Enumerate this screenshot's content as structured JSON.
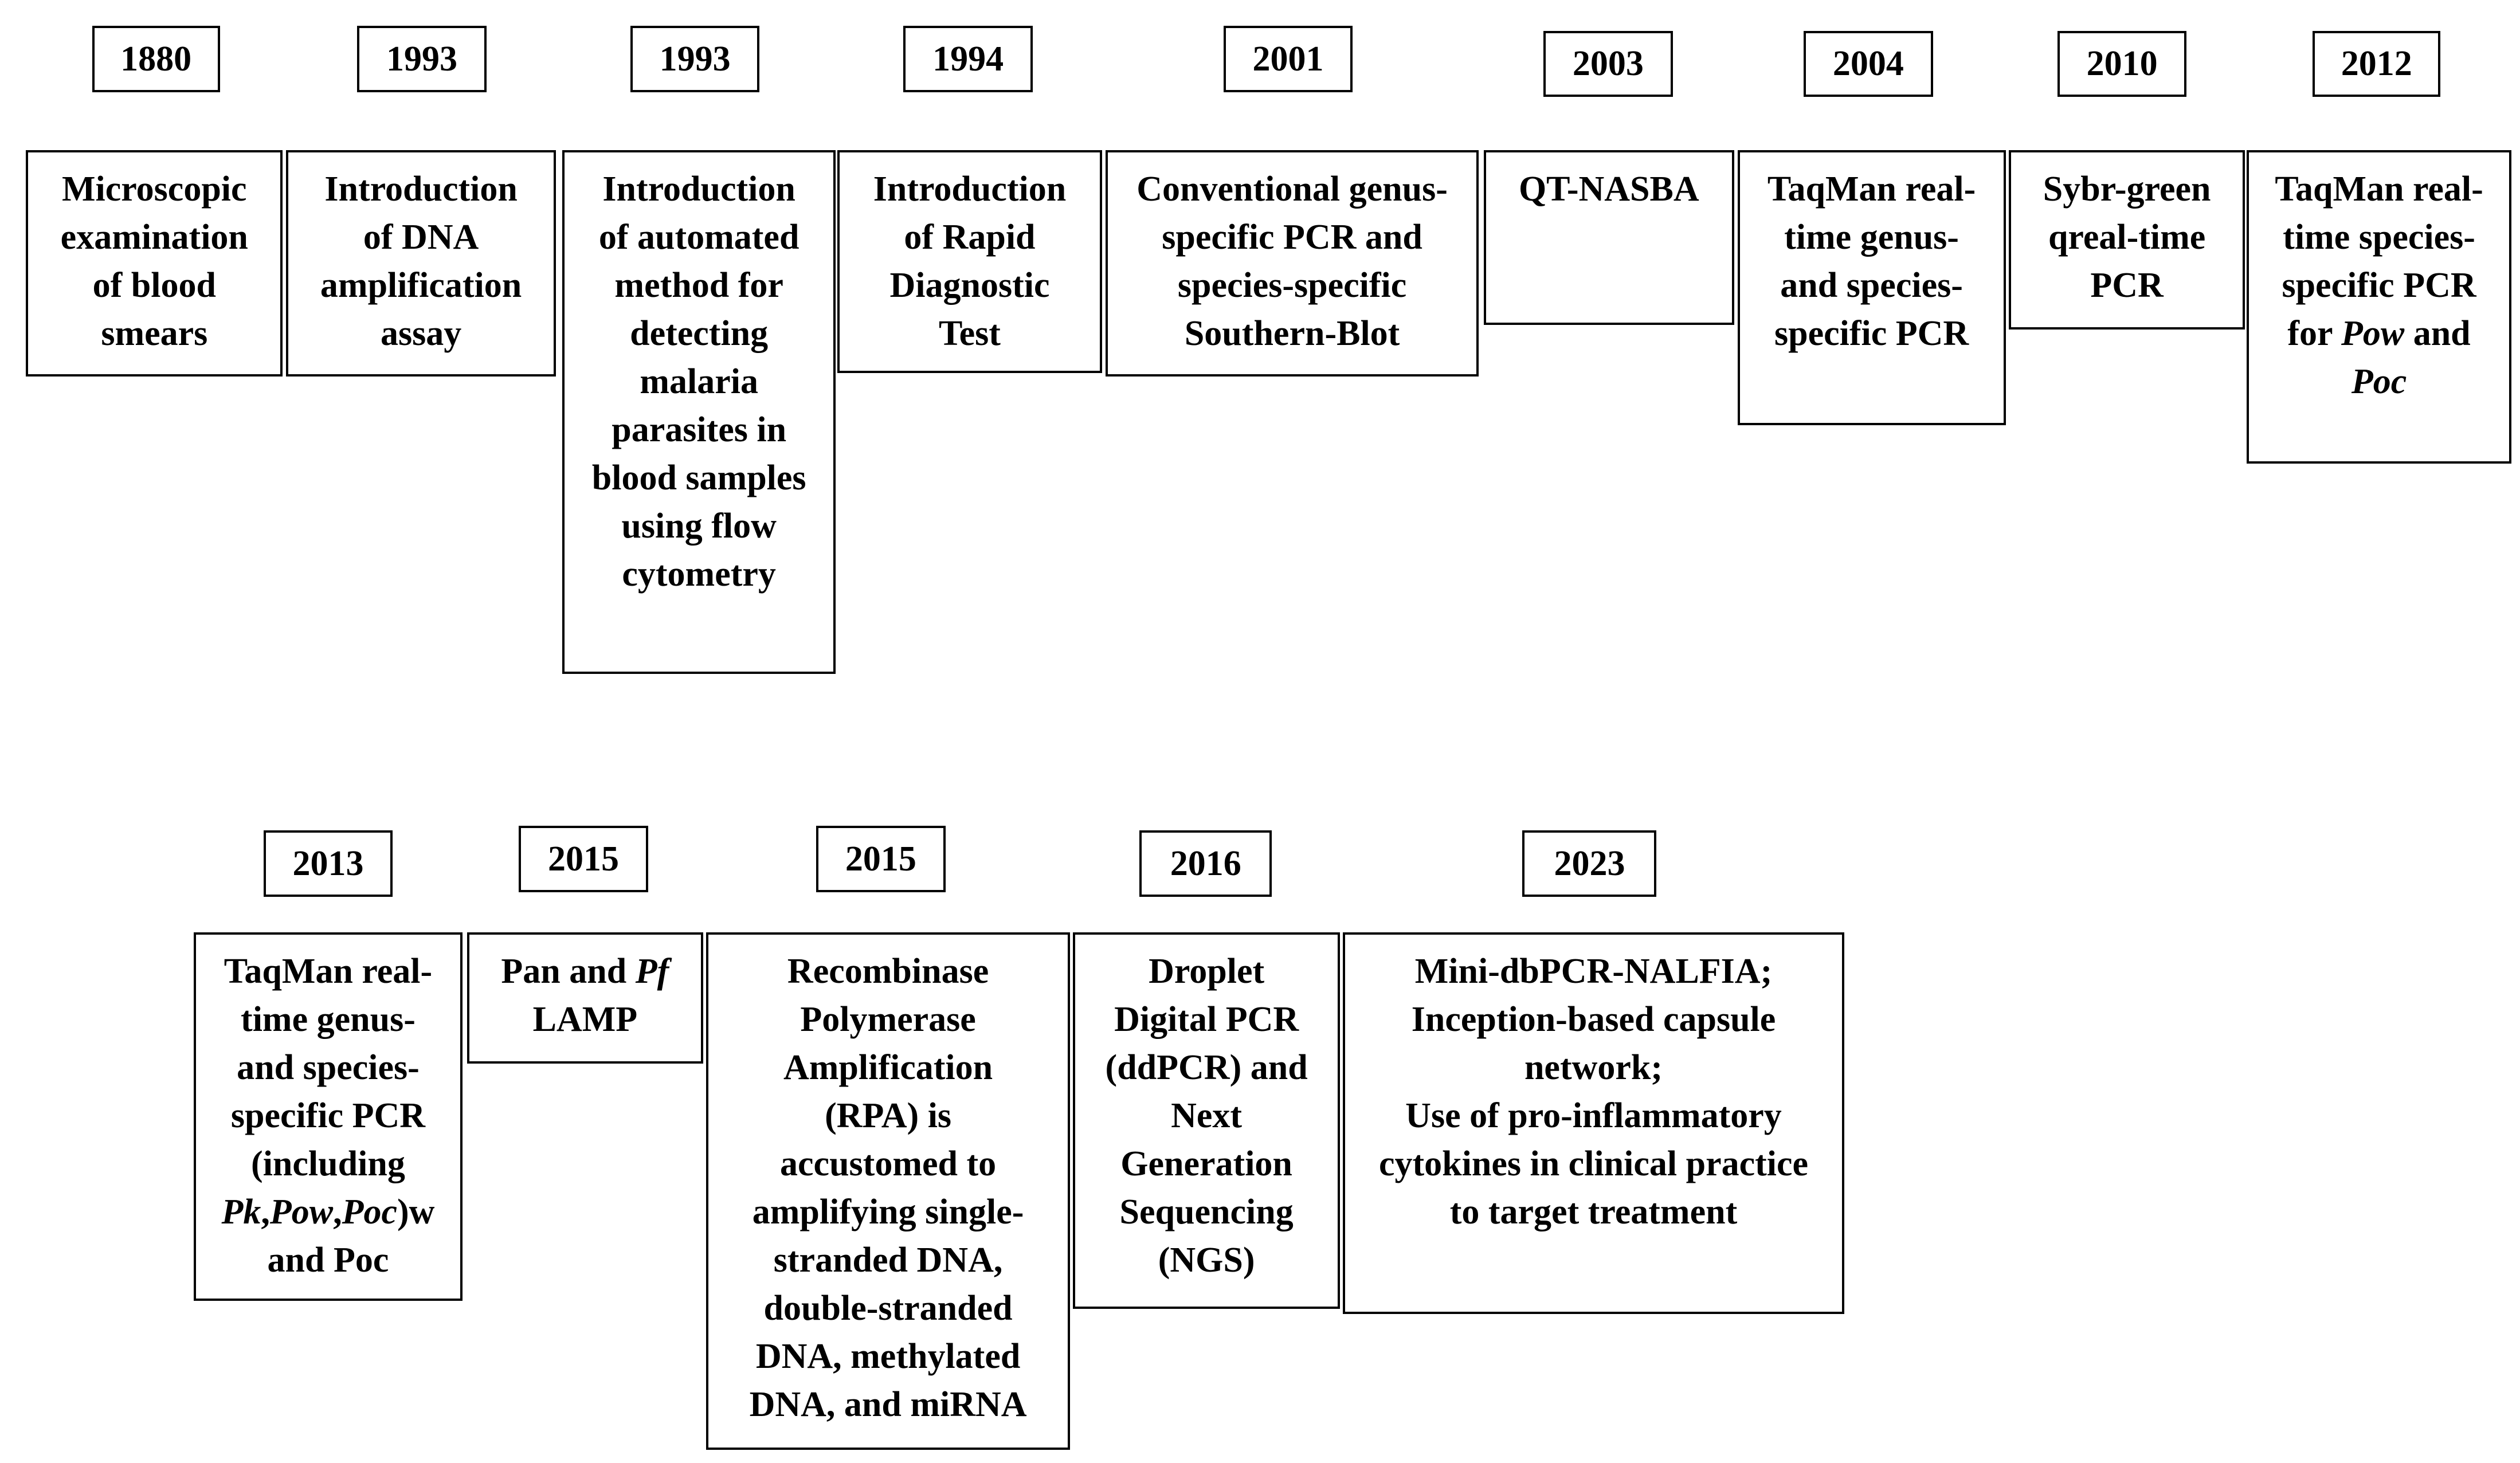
{
  "timeline": [
    {
      "year": "1880",
      "lines": [
        [
          {
            "t": "Microscopic"
          }
        ],
        [
          {
            "t": "examination"
          }
        ],
        [
          {
            "t": "of blood"
          }
        ],
        [
          {
            "t": "smears"
          }
        ]
      ]
    },
    {
      "year": "1993",
      "lines": [
        [
          {
            "t": "Introduction"
          }
        ],
        [
          {
            "t": "of DNA"
          }
        ],
        [
          {
            "t": "amplification"
          }
        ],
        [
          {
            "t": "assay"
          }
        ]
      ]
    },
    {
      "year": "1993",
      "lines": [
        [
          {
            "t": "Introduction"
          }
        ],
        [
          {
            "t": "of automated"
          }
        ],
        [
          {
            "t": "method for"
          }
        ],
        [
          {
            "t": "detecting"
          }
        ],
        [
          {
            "t": "malaria"
          }
        ],
        [
          {
            "t": "parasites in"
          }
        ],
        [
          {
            "t": "blood samples"
          }
        ],
        [
          {
            "t": "using flow"
          }
        ],
        [
          {
            "t": "cytometry"
          }
        ]
      ]
    },
    {
      "year": "1994",
      "lines": [
        [
          {
            "t": "Introduction"
          }
        ],
        [
          {
            "t": "of Rapid"
          }
        ],
        [
          {
            "t": "Diagnostic"
          }
        ],
        [
          {
            "t": "Test"
          }
        ]
      ]
    },
    {
      "year": "2001",
      "lines": [
        [
          {
            "t": "Conventional genus-"
          }
        ],
        [
          {
            "t": "specific PCR and"
          }
        ],
        [
          {
            "t": "species-specific"
          }
        ],
        [
          {
            "t": "Southern-Blot"
          }
        ]
      ]
    },
    {
      "year": "2003",
      "lines": [
        [
          {
            "t": "QT-NASBA"
          }
        ]
      ]
    },
    {
      "year": "2004",
      "lines": [
        [
          {
            "t": "TaqMan real-"
          }
        ],
        [
          {
            "t": "time genus-"
          }
        ],
        [
          {
            "t": "and species-"
          }
        ],
        [
          {
            "t": "specific PCR"
          }
        ]
      ]
    },
    {
      "year": "2010",
      "lines": [
        [
          {
            "t": "Sybr-green"
          }
        ],
        [
          {
            "t": "qreal-time"
          }
        ],
        [
          {
            "t": "PCR"
          }
        ]
      ]
    },
    {
      "year": "2012",
      "lines": [
        [
          {
            "t": "TaqMan real-"
          }
        ],
        [
          {
            "t": "time species-"
          }
        ],
        [
          {
            "t": "specific PCR"
          }
        ],
        [
          {
            "t": "for "
          },
          {
            "t": "Pow",
            "i": true
          },
          {
            "t": " and"
          }
        ],
        [
          {
            "t": "Poc",
            "i": true
          }
        ]
      ]
    },
    {
      "year": "2013",
      "lines": [
        [
          {
            "t": "TaqMan real-"
          }
        ],
        [
          {
            "t": "time genus-"
          }
        ],
        [
          {
            "t": "and species-"
          }
        ],
        [
          {
            "t": "specific PCR"
          }
        ],
        [
          {
            "t": "(including"
          }
        ],
        [
          {
            "t": "Pk",
            "i": true
          },
          {
            "t": ","
          },
          {
            "t": "Pow",
            "i": true
          },
          {
            "t": ","
          },
          {
            "t": "Poc",
            "i": true
          },
          {
            "t": ")w"
          }
        ],
        [
          {
            "t": "and Poc"
          }
        ]
      ]
    },
    {
      "year": "2015",
      "lines": [
        [
          {
            "t": "Pan and "
          },
          {
            "t": "Pf",
            "i": true
          }
        ],
        [
          {
            "t": "LAMP"
          }
        ]
      ]
    },
    {
      "year": "2015",
      "lines": [
        [
          {
            "t": "Recombinase"
          }
        ],
        [
          {
            "t": "Polymerase"
          }
        ],
        [
          {
            "t": "Amplification"
          }
        ],
        [
          {
            "t": "(RPA) is"
          }
        ],
        [
          {
            "t": "accustomed to"
          }
        ],
        [
          {
            "t": "amplifying single-"
          }
        ],
        [
          {
            "t": "stranded DNA,"
          }
        ],
        [
          {
            "t": "double-stranded"
          }
        ],
        [
          {
            "t": "DNA, methylated"
          }
        ],
        [
          {
            "t": "DNA, and miRNA"
          }
        ]
      ]
    },
    {
      "year": "2016",
      "lines": [
        [
          {
            "t": "Droplet"
          }
        ],
        [
          {
            "t": "Digital PCR"
          }
        ],
        [
          {
            "t": "(ddPCR) and"
          }
        ],
        [
          {
            "t": "Next"
          }
        ],
        [
          {
            "t": "Generation"
          }
        ],
        [
          {
            "t": "Sequencing"
          }
        ],
        [
          {
            "t": "(NGS)"
          }
        ]
      ]
    },
    {
      "year": "2023",
      "lines": [
        [
          {
            "t": "Mini-dbPCR-NALFIA;"
          }
        ],
        [
          {
            "t": "Inception-based capsule"
          }
        ],
        [
          {
            "t": "network;"
          }
        ],
        [
          {
            "t": "Use of pro-inflammatory"
          }
        ],
        [
          {
            "t": "cytokines in clinical practice"
          }
        ],
        [
          {
            "t": "to target treatment"
          }
        ]
      ]
    }
  ]
}
